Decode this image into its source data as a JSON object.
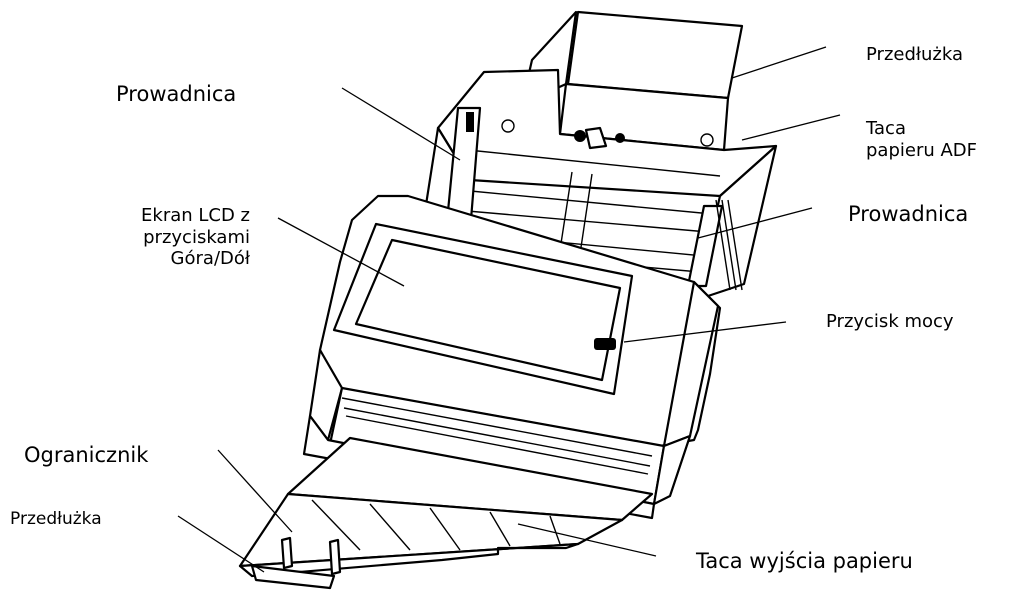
{
  "labels": {
    "extension_top": "Przedłużka",
    "adf_tray_line1": "Taca",
    "adf_tray_line2": "papieru ADF",
    "guide_left": "Prowadnica",
    "guide_right": "Prowadnica",
    "lcd_line1": "Ekran LCD z",
    "lcd_line2": "przyciskami",
    "lcd_line3": "Góra/Dół",
    "power_button": "Przycisk mocy",
    "stopper": "Ogranicznik",
    "extension_bottom": "Przedłużka",
    "output_tray": "Taca wyjścia papieru"
  }
}
